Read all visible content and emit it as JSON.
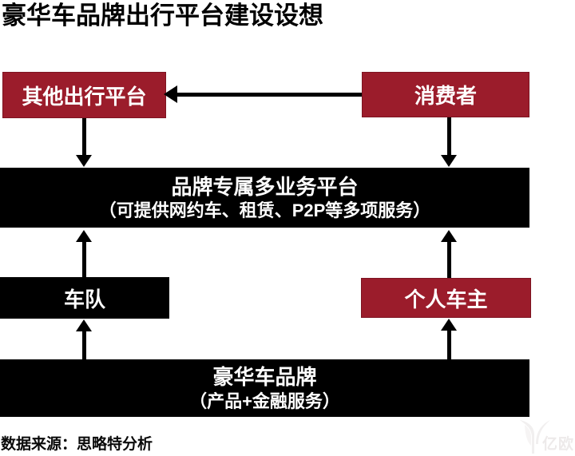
{
  "title": "豪华车品牌出行平台建设设想",
  "colors": {
    "accent_red": "#9B1C2B",
    "band_black": "#000000"
  },
  "diagram": {
    "top_left_box": "其他出行平台",
    "top_right_box": "消费者",
    "platform_band": {
      "line1": "品牌专属多业务平台",
      "line2": "（可提供网约车、租赁、P2P等多项服务）"
    },
    "mid_left_box": "车队",
    "mid_right_box": "个人车主",
    "brand_band": {
      "line1": "豪华车品牌",
      "line2": "（产品+金融服务）"
    }
  },
  "footer": {
    "source": "数据来源：思略特分析",
    "watermark": "亿欧"
  }
}
